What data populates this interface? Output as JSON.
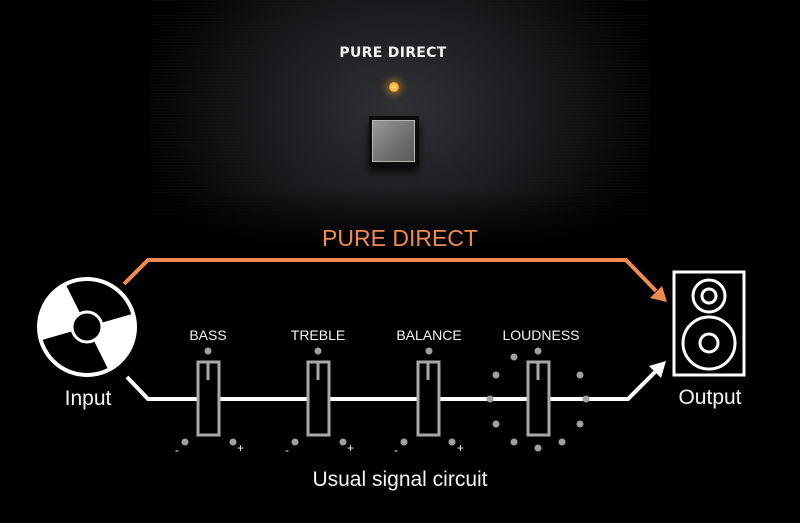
{
  "panel": {
    "label": "PURE DIRECT",
    "led_color": "#ffb23a",
    "button_icon": "square-push-button"
  },
  "pure_direct_path": {
    "label": "PURE DIRECT",
    "color": "#f08a50"
  },
  "input": {
    "label": "Input",
    "icon": "disc-icon"
  },
  "output": {
    "label": "Output",
    "icon": "speaker-icon"
  },
  "controls": [
    {
      "label": "BASS",
      "minus": "-",
      "plus": "+",
      "type": "slider"
    },
    {
      "label": "TREBLE",
      "minus": "-",
      "plus": "+",
      "type": "slider"
    },
    {
      "label": "BALANCE",
      "minus": "-",
      "plus": "+",
      "type": "slider"
    },
    {
      "label": "LOUDNESS",
      "type": "dial"
    }
  ],
  "usual_path": {
    "label": "Usual signal circuit",
    "color": "#ffffff"
  },
  "colors": {
    "background": "#000000",
    "line": "#ffffff",
    "control_outline": "#a8a8a8",
    "dot": "#a0a0a0",
    "accent": "#f08a50"
  }
}
